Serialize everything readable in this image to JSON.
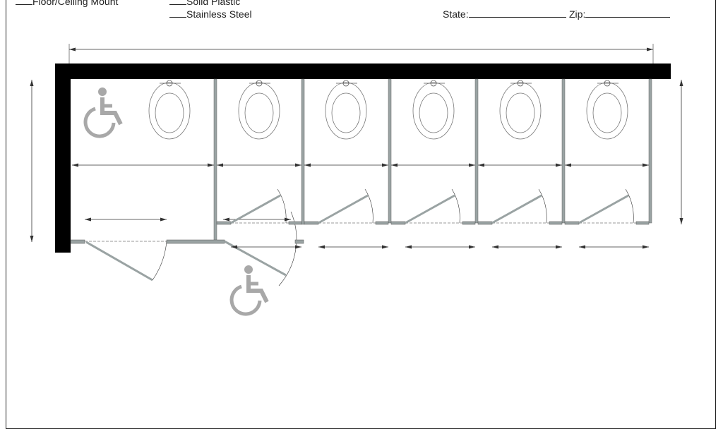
{
  "form": {
    "options_left": [
      {
        "label": "Floor/Ceiling Mount"
      }
    ],
    "options_material": [
      {
        "label": "Solid Plastic"
      },
      {
        "label": "Stainless Steel"
      }
    ],
    "state_label": "State:",
    "zip_label": "Zip:"
  },
  "plan": {
    "stall_count": 6,
    "accessible_symbols": 2,
    "colors": {
      "wall": "#000000",
      "partition": "#9aa3a3",
      "line": "#333333",
      "symbol": "#a8a8a8"
    }
  }
}
